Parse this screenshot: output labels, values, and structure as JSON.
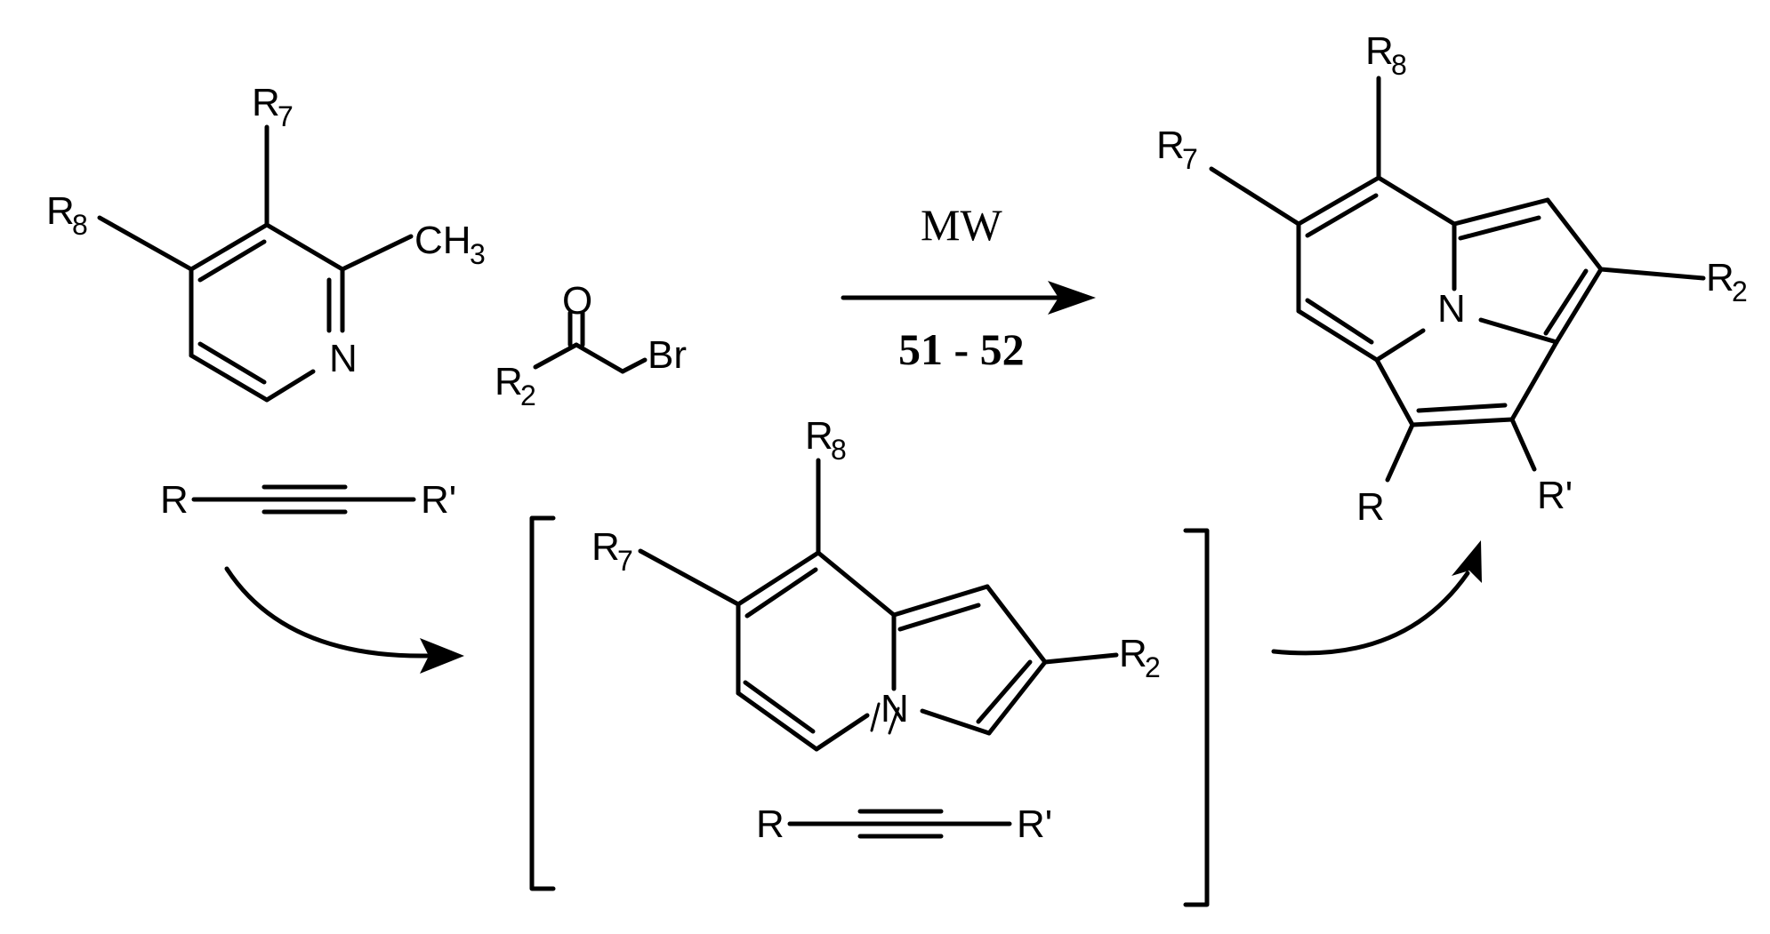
{
  "substituents": {
    "r7": "R",
    "r7_sub": "7",
    "r8": "R",
    "r8_sub": "8",
    "r2": "R",
    "r2_sub": "2",
    "r": "R",
    "r_prime": "R'",
    "methyl_main": "CH",
    "methyl_sub": "3",
    "nitrogen": "N",
    "oxygen": "O",
    "bromine": "Br"
  },
  "reaction": {
    "condition_above": "MW",
    "condition_below": "51 - 52"
  }
}
